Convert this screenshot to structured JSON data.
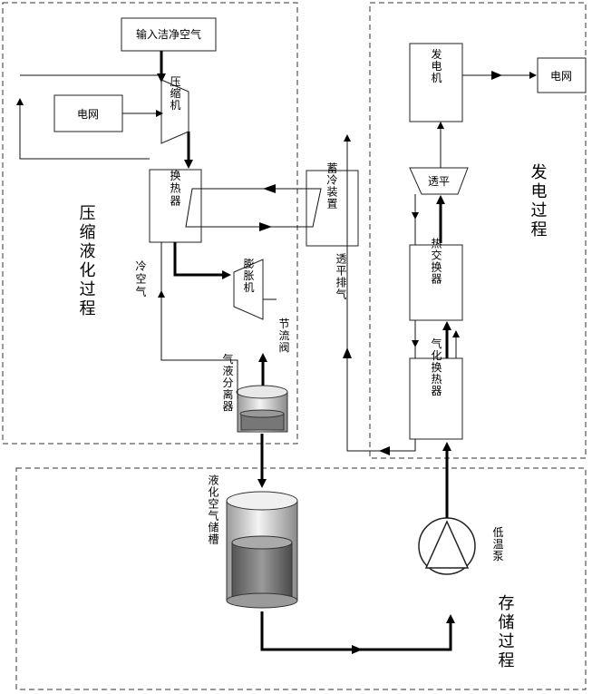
{
  "regions": {
    "compression": "压缩液化过程",
    "power": "发电过程",
    "storage": "存储过程"
  },
  "components": {
    "input_air": "输入洁净空气",
    "grid_left": "电网",
    "compressor": "压缩机",
    "heat_exchanger": "换热器",
    "cold_storage": "蓄冷装置",
    "expander": "膨胀机",
    "throttle_valve": "节流阀",
    "separator": "气液分离器",
    "cold_air": "冷空气",
    "exhaust": "透平排气",
    "tank": "液化空气储槽",
    "pump": "低温泵",
    "turbine": "透平",
    "generator": "发电机",
    "grid_right": "电网",
    "hx_heat": "热交换器",
    "hx_gas": "气化换热器"
  }
}
